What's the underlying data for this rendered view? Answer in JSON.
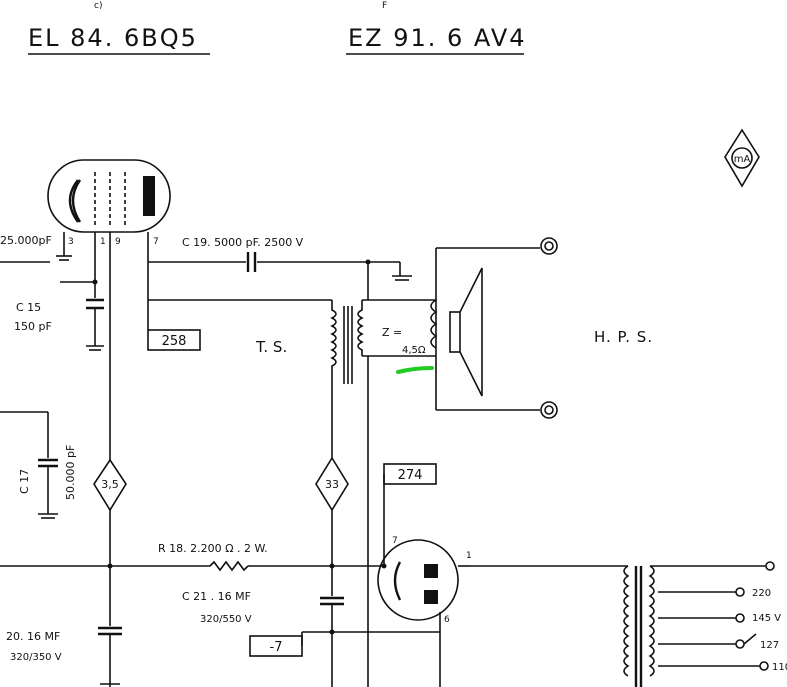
{
  "titles": {
    "tube_left": "EL 84. 6BQ5",
    "tube_right": "EZ 91. 6 AV4",
    "top_mark_left": "c)",
    "top_mark_right": "F"
  },
  "ma_symbol": "mA",
  "components": {
    "c_left": "25.000pF",
    "c19": "C 19. 5000 pF. 2500 V",
    "c15_name": "C 15",
    "c15_value": "150 pF",
    "c17_name": "C 17",
    "c17_value": "50.000 pF",
    "r18": "R 18. 2.200 Ω . 2 W.",
    "c21_name": "C 21 . 16 MF",
    "c21_rating": "320/550 V",
    "c20_name": "20. 16 MF",
    "c20_rating": "320/350 V",
    "ts": "T. S.",
    "hps": "H. P. S.",
    "z": "Z =",
    "z_value": "4,5Ω"
  },
  "boxes": {
    "b258": "258",
    "b274": "274",
    "bneg7": "-7"
  },
  "diamonds": {
    "d35": "3,5",
    "d33": "33"
  },
  "pins": {
    "p3": "3",
    "p1": "1",
    "p9": "9",
    "p7": "7",
    "rect7": "7",
    "rect1": "1",
    "rect6": "6"
  },
  "mains_taps": [
    "220",
    "145 V",
    "127",
    "110"
  ],
  "colors": {
    "ink": "#111111",
    "highlight": "#22cc22"
  }
}
